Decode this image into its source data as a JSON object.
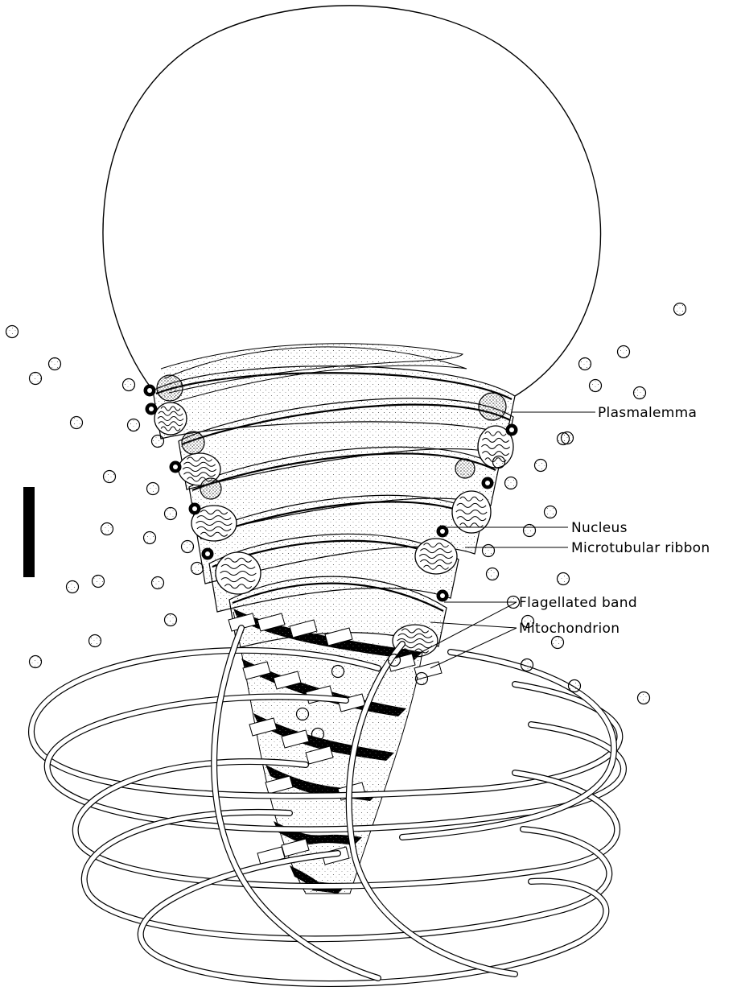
{
  "figure": {
    "labels": {
      "plasmalemma": "Plasmalemma",
      "nucleus": "Nucleus",
      "microtubular_ribbon": "Microtubular ribbon",
      "flagellated_band": "Flagellated band",
      "mitochondrion": "Mitochondrion"
    }
  }
}
